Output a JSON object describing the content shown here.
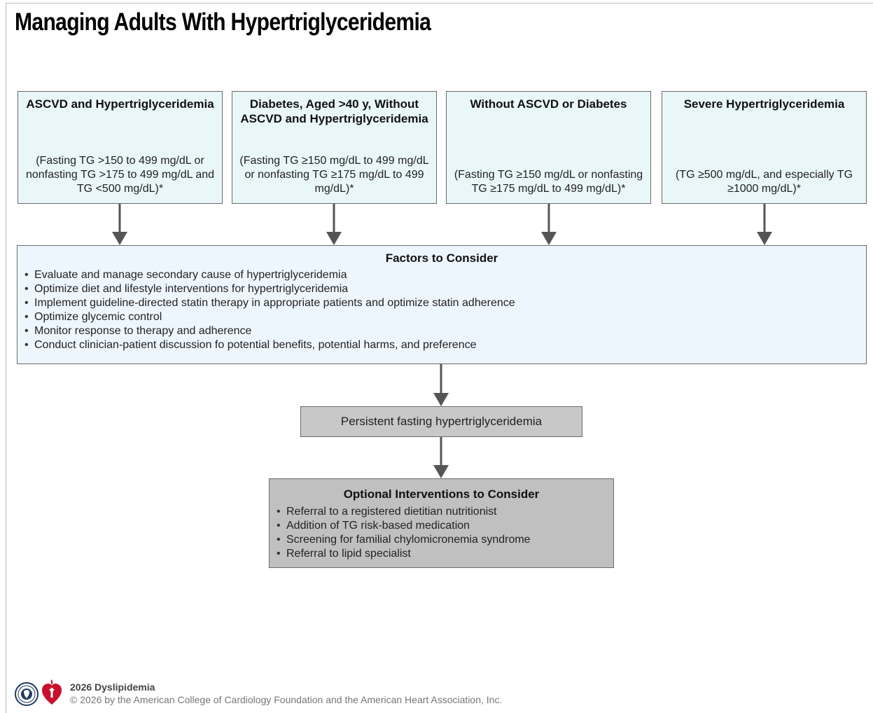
{
  "title": "Managing Adults With Hypertriglyceridemia",
  "categories": [
    {
      "title": "ASCVD and Hypertriglyceridemia",
      "criteria": "(Fasting TG >150 to 499 mg/dL or nonfasting TG >175 to 499 mg/dL and TG <500 mg/dL)*"
    },
    {
      "title": "Diabetes, Aged >40 y, Without ASCVD and Hypertriglyceridemia",
      "criteria": "(Fasting TG ≥150 mg/dL to 499 mg/dL or nonfasting TG ≥175 mg/dL to 499 mg/dL)*"
    },
    {
      "title": "Without ASCVD or Diabetes",
      "criteria": "(Fasting TG ≥150 mg/dL or nonfasting TG ≥175 mg/dL to 499 mg/dL)*"
    },
    {
      "title": "Severe Hypertriglyceridemia",
      "criteria": "(TG ≥500 mg/dL, and especially TG ≥1000 mg/dL)*"
    }
  ],
  "factors": {
    "title": "Factors to Consider",
    "items": [
      "Evaluate and manage secondary cause of hypertriglyceridemia",
      "Optimize diet and lifestyle interventions for hypertriglyceridemia",
      "Implement guideline-directed statin therapy in appropriate patients and optimize statin adherence",
      "Optimize glycemic control",
      "Monitor response to therapy and adherence",
      "Conduct clinician-patient discussion fo potential benefits, potential harms, and preference"
    ]
  },
  "persistent": {
    "label": "Persistent fasting hypertriglyceridemia"
  },
  "optional": {
    "title": "Optional Interventions to Consider",
    "items": [
      "Referral to a registered dietitian nutritionist",
      "Addition of TG risk-based medication",
      "Screening for familial chylomicronemia syndrome",
      "Referral to lipid specialist"
    ]
  },
  "footer": {
    "title": "2026 Dyslipidemia",
    "copyright": "© 2026 by the American College of Cardiology Foundation and the American Heart Association, Inc."
  },
  "colors": {
    "category_fill": "#e9f7f8",
    "factors_fill": "#eef6fd",
    "persistent_fill": "#c8c8c8",
    "optional_fill": "#c0c0c0",
    "arrow": "#555555",
    "aha_red": "#c8102e",
    "acc_navy": "#1f3a5f"
  },
  "icons": [
    "acc-seal-icon",
    "aha-heart-torch-icon"
  ]
}
